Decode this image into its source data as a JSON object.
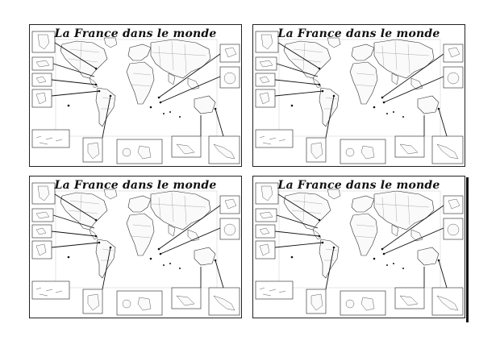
{
  "sheets": [
    {
      "title": "La France dans le monde"
    },
    {
      "title": "La France dans le monde"
    },
    {
      "title": "La France dans le monde"
    },
    {
      "title": "La France dans le monde"
    }
  ]
}
